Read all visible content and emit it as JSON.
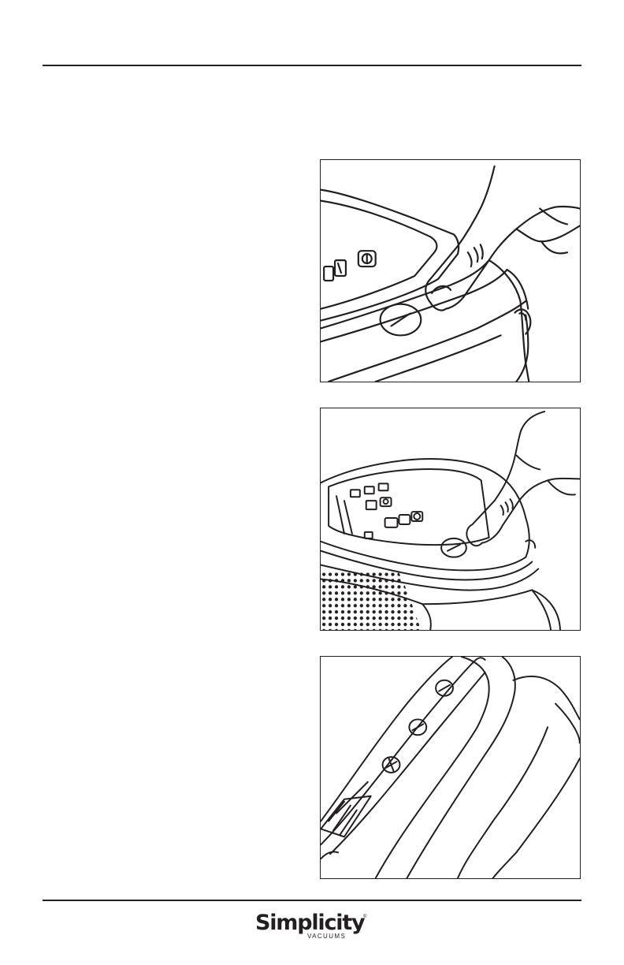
{
  "footer": {
    "brand_name": "Simplicity",
    "brand_sub": "VACUUMS",
    "registered_mark": "®"
  },
  "colors": {
    "ink": "#231f20",
    "background": "#ffffff"
  },
  "icons": [
    "finger-press-illustration",
    "canister-top-illustration",
    "handle-controls-illustration"
  ]
}
